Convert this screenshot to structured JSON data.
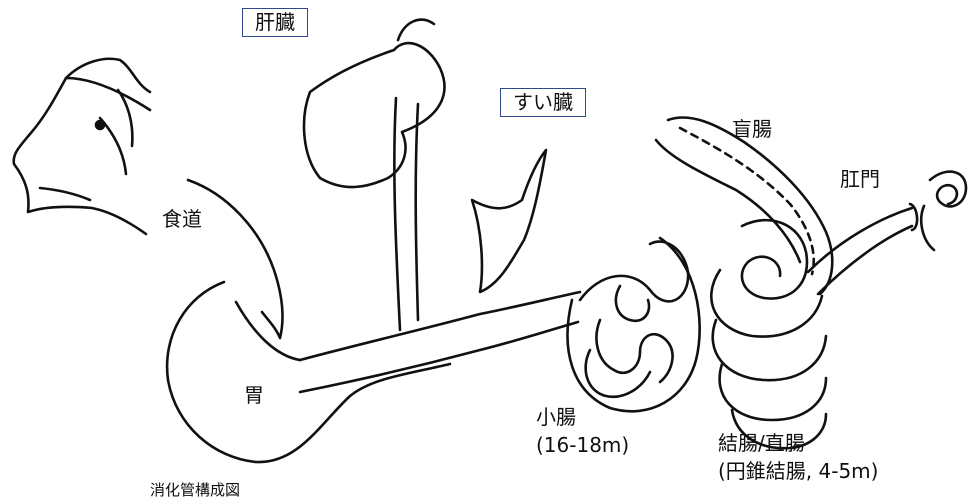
{
  "labels": {
    "liver": "肝臓",
    "pancreas": "すい臓",
    "cecum": "盲腸",
    "anus": "肛門",
    "esophagus": "食道",
    "stomach": "胃",
    "small_intestine": "小腸",
    "small_intestine_length": "(16-18m)",
    "colon_rectum": "結腸/直腸",
    "colon_rectum_detail": "(円錐結腸, 4-5m)",
    "caption": "消化管構成図"
  },
  "colors": {
    "outline": "#111111",
    "box_border": "#2f4a8a",
    "background": "#ffffff"
  }
}
